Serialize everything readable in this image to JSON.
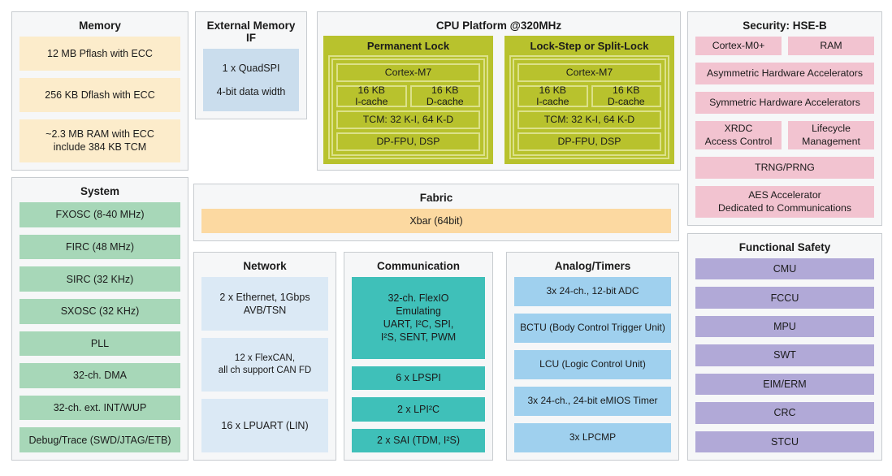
{
  "colors": {
    "section_bg": "#f6f7f8",
    "section_border": "#c8ccd0",
    "text": "#1b1b1b",
    "memory_block": "#fceccb",
    "system_block": "#a7d7b8",
    "extmem_block": "#cadded",
    "cpu_block": "#b8c22d",
    "cpu_border": "#dce189",
    "fabric_block": "#fcd9a1",
    "network_block": "#dbe9f5",
    "comm_block": "#3fc0b9",
    "analog_block": "#9fd0ee",
    "security_block": "#f2c3d0",
    "safety_block": "#b1a9d7"
  },
  "memory": {
    "title": "Memory",
    "items": [
      "12 MB Pflash with ECC",
      "256 KB Dflash with ECC",
      "~2.3 MB RAM with ECC\ninclude 384 KB TCM"
    ]
  },
  "system": {
    "title": "System",
    "items": [
      "FXOSC (8-40 MHz)",
      "FIRC (48 MHz)",
      "SIRC (32 KHz)",
      "SXOSC (32 KHz)",
      "PLL",
      "32-ch. DMA",
      "32-ch. ext. INT/WUP",
      "Debug/Trace (SWD/JTAG/ETB)"
    ]
  },
  "external_memory": {
    "title": "External Memory IF",
    "lines": [
      "1 x QuadSPI",
      "4-bit data width"
    ]
  },
  "cpu": {
    "title": "CPU Platform @320MHz",
    "cores": [
      {
        "title": "Permanent Lock",
        "cpu": "Cortex-M7",
        "icache": "16 KB\nI-cache",
        "dcache": "16 KB\nD-cache",
        "tcm": "TCM: 32 K-I, 64 K-D",
        "fpu": "DP-FPU, DSP"
      },
      {
        "title": "Lock-Step or Split-Lock",
        "cpu": "Cortex-M7",
        "icache": "16 KB\nI-cache",
        "dcache": "16 KB\nD-cache",
        "tcm": "TCM: 32 K-I, 64 K-D",
        "fpu": "DP-FPU, DSP"
      }
    ]
  },
  "fabric": {
    "title": "Fabric",
    "bus": "Xbar (64bit)"
  },
  "network": {
    "title": "Network",
    "items": [
      "2 x Ethernet, 1Gbps\nAVB/TSN",
      "12 x FlexCAN,\nall ch support CAN FD",
      "16 x LPUART (LIN)"
    ]
  },
  "communication": {
    "title": "Communication",
    "items": [
      "32-ch. FlexIO\nEmulating\nUART, I²C, SPI,\nI²S, SENT, PWM",
      "6 x LPSPI",
      "2 x LPI²C",
      "2 x SAI (TDM, I²S)"
    ]
  },
  "analog": {
    "title": "Analog/Timers",
    "items": [
      "3x 24-ch., 12-bit ADC",
      "BCTU (Body Control Trigger Unit)",
      "LCU (Logic Control Unit)",
      "3x 24-ch., 24-bit eMIOS Timer",
      "3x LPCMP"
    ]
  },
  "security": {
    "title": "Security: HSE-B",
    "rows": [
      [
        "Cortex-M0+",
        "RAM"
      ],
      [
        "Asymmetric Hardware Accelerators"
      ],
      [
        "Symmetric Hardware Accelerators"
      ],
      [
        "XRDC\nAccess Control",
        "Lifecycle\nManagement"
      ],
      [
        "TRNG/PRNG"
      ],
      [
        "AES Accelerator\nDedicated to Communications"
      ]
    ]
  },
  "safety": {
    "title": "Functional Safety",
    "items": [
      "CMU",
      "FCCU",
      "MPU",
      "SWT",
      "EIM/ERM",
      "CRC",
      "STCU"
    ]
  }
}
